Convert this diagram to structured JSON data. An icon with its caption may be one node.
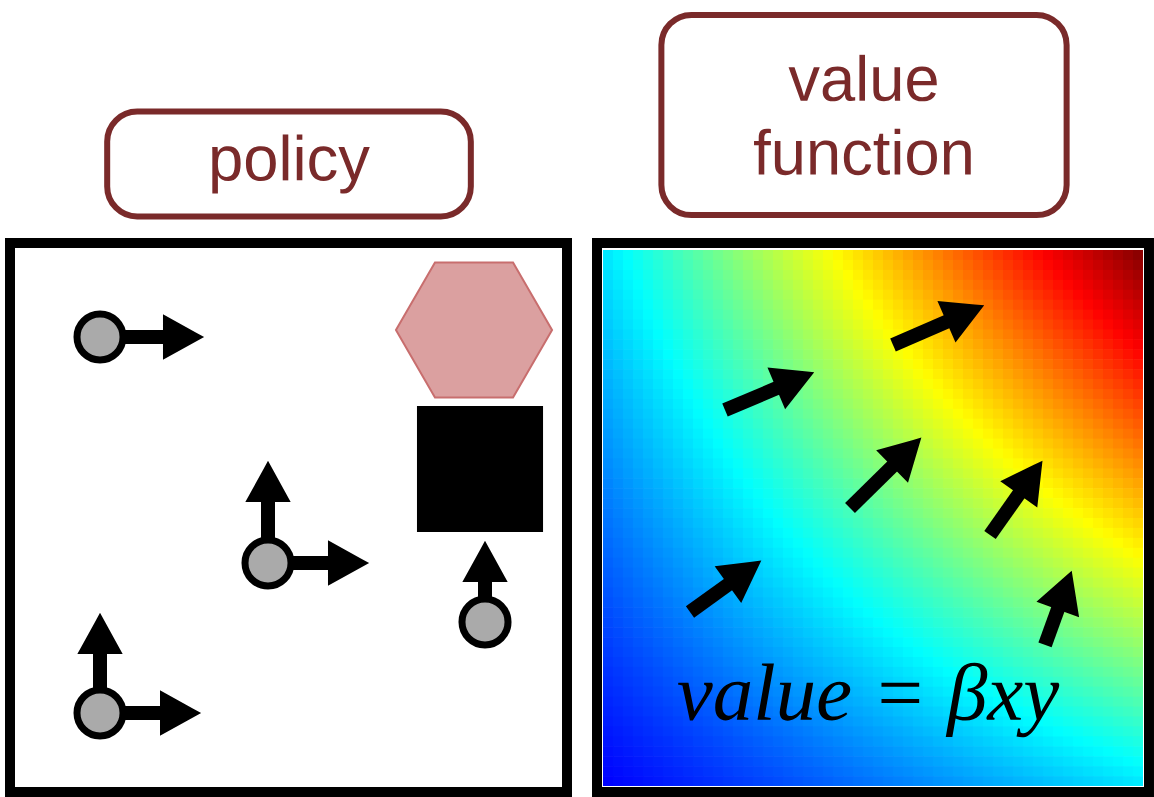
{
  "diagram": {
    "nodes": [
      {
        "text": [
          "policy"
        ]
      },
      {
        "text": [
          "value function"
        ]
      },
      {
        "text": [],
        "shape": "hexagon"
      },
      {
        "text": [],
        "shape": "box"
      }
    ],
    "labels": [
      "value = βxy"
    ]
  }
}
